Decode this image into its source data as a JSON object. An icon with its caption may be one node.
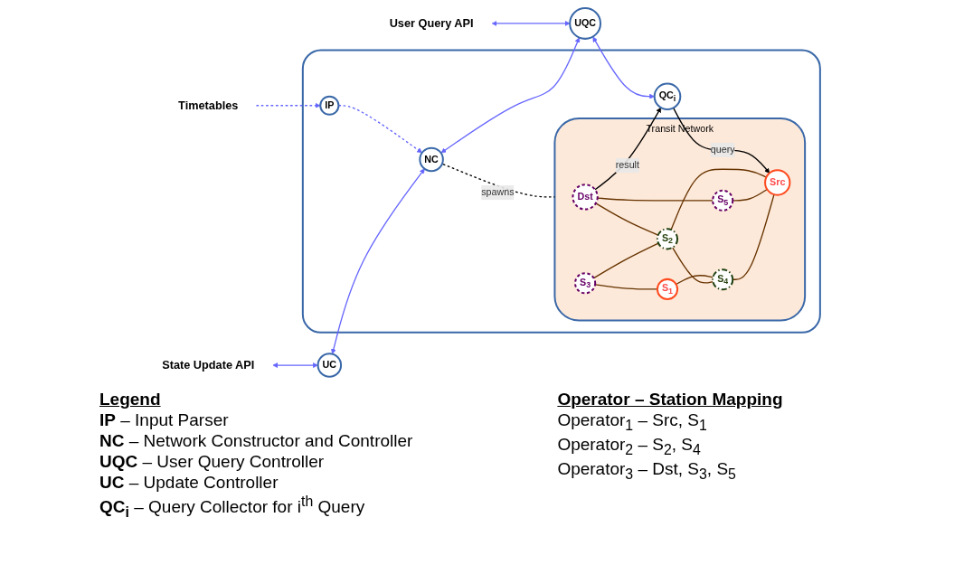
{
  "diagram": {
    "nodes": [
      {
        "text": [
          "Timetables"
        ]
      },
      {
        "text": [
          "State Update API"
        ]
      },
      {
        "text": [
          "User Query API"
        ]
      },
      {
        "text": [
          "UC"
        ]
      },
      {
        "text": [
          "UQC"
        ]
      },
      {
        "text": [],
        "shape": "box"
      },
      {
        "text": [
          "IP"
        ],
        "in": 5
      },
      {
        "text": [
          "NC"
        ],
        "in": 5
      },
      {
        "text": [
          "QC$_{i}$"
        ],
        "in": 5
      },
      {
        "text": [
          "Transit Network"
        ],
        "in": 5
      },
      {
        "text": [
          "Dst"
        ],
        "in": 9
      },
      {
        "text": [
          "S$_{3}$"
        ],
        "in": 9
      },
      {
        "text": [
          "S$_{1}$"
        ],
        "in": 9
      },
      {
        "text": [
          "S$_{2}$"
        ],
        "in": 9
      },
      {
        "text": [
          "S$_{4}$"
        ],
        "in": 9
      },
      {
        "text": [
          "S$_{5}$"
        ],
        "in": 9
      },
      {
        "text": [
          "Src"
        ],
        "in": 9
      }
    ],
    "edges": [
      {
        "from": 0,
        "to": 6,
        "arrow": "to",
        "style": "dashed",
        "color": "#6666ff"
      },
      {
        "from": 6,
        "to": 7,
        "arrow": "to",
        "style": "dashed",
        "color": "#6666ff"
      },
      {
        "from": 1,
        "to": 3,
        "arrow": "both",
        "color": "#6666ff"
      },
      {
        "from": 3,
        "to": 7,
        "arrow": "both",
        "color": "#6666ff"
      },
      {
        "from": 7,
        "to": 4,
        "arrow": "both",
        "color": "#6666ff"
      },
      {
        "from": 2,
        "to": 4,
        "arrow": "both",
        "color": "#6666ff"
      },
      {
        "from": 4,
        "to": 8,
        "arrow": "both",
        "color": "#6666ff"
      },
      {
        "from": 7,
        "to": 9,
        "arrow": "none",
        "label": "spawns",
        "style": "dashed",
        "color": "#000000"
      },
      {
        "from": 10,
        "to": 8,
        "arrow": "to",
        "label": "result",
        "color": "#000000"
      },
      {
        "from": 8,
        "to": 16,
        "arrow": "to",
        "label": "query",
        "color": "#000000"
      },
      {
        "from": 11,
        "to": 12,
        "arrow": "none"
      },
      {
        "from": 10,
        "to": 13,
        "arrow": "none"
      },
      {
        "from": 11,
        "to": 13,
        "arrow": "none"
      },
      {
        "from": 12,
        "to": 14,
        "arrow": "none"
      },
      {
        "from": 10,
        "to": 15,
        "arrow": "none"
      },
      {
        "from": 13,
        "to": 14,
        "arrow": "none"
      },
      {
        "from": 13,
        "to": 16,
        "arrow": "none"
      },
      {
        "from": 15,
        "to": 16,
        "arrow": "none"
      },
      {
        "from": 14,
        "to": 16,
        "arrow": "none"
      }
    ],
    "labels": [
      "Legend",
      "**IP** – Input Parser",
      "**NC** – Network Constructor and Controller",
      "**UQC** – User Query Controller",
      "**UC** – Update Controller",
      "**QC$_{i}$** – Query Collector for i$^{th}$ Query",
      "Operator – Station Mapping",
      "Operator$_{1}$ – Src, S$_{1}$",
      "Operator$_{2}$ – S$_{2}$, S$_{4}$",
      "Operator$_{3}$ – Dst, S$_{3}$, S$_{5}$"
    ]
  }
}
